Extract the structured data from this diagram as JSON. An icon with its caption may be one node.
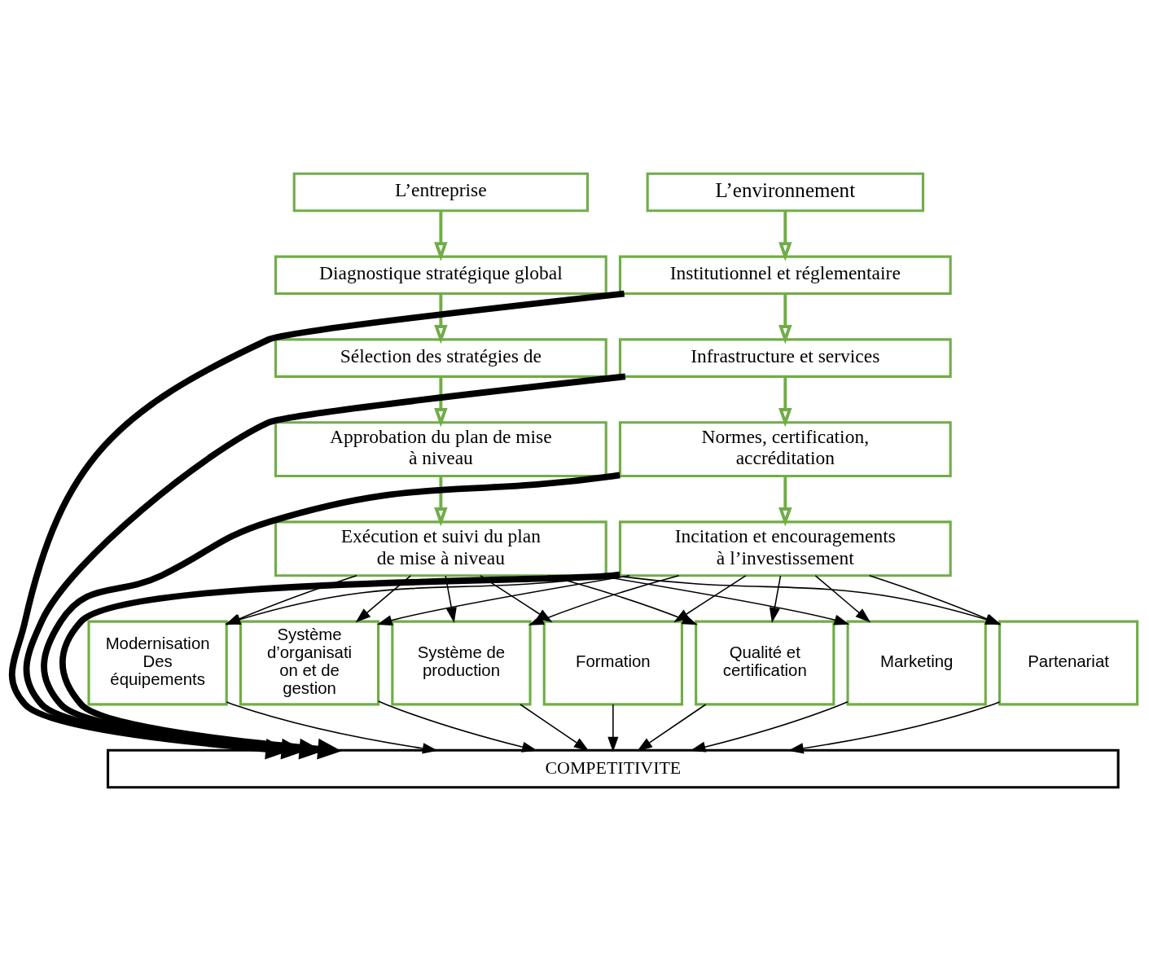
{
  "diagram": {
    "nodes": [
      {
        "text": [
          "L’entreprise"
        ]
      },
      {
        "text": [
          "Diagnostique stratégique global"
        ]
      },
      {
        "text": [
          "Sélection des stratégies de"
        ]
      },
      {
        "text": [
          "Approbation du plan de mise à niveau"
        ]
      },
      {
        "text": [
          "Exécution et suivi du plan de mise à niveau"
        ]
      },
      {
        "text": [
          "L’environnement"
        ]
      },
      {
        "text": [
          "Institutionnel et réglementaire"
        ]
      },
      {
        "text": [
          "Infrastructure et services"
        ]
      },
      {
        "text": [
          "Normes, certification, accréditation"
        ]
      },
      {
        "text": [
          "Incitation et encouragements à l’investissement"
        ]
      },
      {
        "text": [
          "Modernisation Des équipements"
        ]
      },
      {
        "text": [
          "Système d’organisati on et de gestion"
        ]
      },
      {
        "text": [
          "Système de production"
        ]
      },
      {
        "text": [
          "Formation"
        ]
      },
      {
        "text": [
          "Qualité et certification"
        ]
      },
      {
        "text": [
          "Marketing"
        ]
      },
      {
        "text": [
          "Partenariat"
        ]
      },
      {
        "text": [
          "COMPETITIVITE"
        ]
      }
    ],
    "edges": [
      {
        "from": 0,
        "to": 1,
        "arrow": "to",
        "style": "thick",
        "color": "#70ad47"
      },
      {
        "from": 1,
        "to": 2,
        "arrow": "to",
        "style": "thick",
        "color": "#70ad47"
      },
      {
        "from": 2,
        "to": 3,
        "arrow": "to",
        "style": "thick",
        "color": "#70ad47"
      },
      {
        "from": 3,
        "to": 4,
        "arrow": "to",
        "style": "thick",
        "color": "#70ad47"
      },
      {
        "from": 5,
        "to": 6,
        "arrow": "to",
        "style": "thick",
        "color": "#70ad47"
      },
      {
        "from": 6,
        "to": 7,
        "arrow": "to",
        "style": "thick",
        "color": "#70ad47"
      },
      {
        "from": 7,
        "to": 8,
        "arrow": "to",
        "style": "thick",
        "color": "#70ad47"
      },
      {
        "from": 8,
        "to": 9,
        "arrow": "to",
        "style": "thick",
        "color": "#70ad47"
      },
      {
        "from": 4,
        "to": 10,
        "arrow": "to"
      },
      {
        "from": 4,
        "to": 11,
        "arrow": "to"
      },
      {
        "from": 4,
        "to": 12,
        "arrow": "to"
      },
      {
        "from": 4,
        "to": 13,
        "arrow": "to"
      },
      {
        "from": 4,
        "to": 14,
        "arrow": "to"
      },
      {
        "from": 4,
        "to": 15,
        "arrow": "to"
      },
      {
        "from": 4,
        "to": 16,
        "arrow": "to"
      },
      {
        "from": 9,
        "to": 10,
        "arrow": "to"
      },
      {
        "from": 9,
        "to": 11,
        "arrow": "to"
      },
      {
        "from": 9,
        "to": 12,
        "arrow": "to"
      },
      {
        "from": 9,
        "to": 13,
        "arrow": "to"
      },
      {
        "from": 9,
        "to": 14,
        "arrow": "to"
      },
      {
        "from": 9,
        "to": 15,
        "arrow": "to"
      },
      {
        "from": 9,
        "to": 16,
        "arrow": "to"
      },
      {
        "from": 10,
        "to": 17,
        "arrow": "to"
      },
      {
        "from": 11,
        "to": 17,
        "arrow": "to"
      },
      {
        "from": 12,
        "to": 17,
        "arrow": "to"
      },
      {
        "from": 13,
        "to": 17,
        "arrow": "to"
      },
      {
        "from": 14,
        "to": 17,
        "arrow": "to"
      },
      {
        "from": 15,
        "to": 17,
        "arrow": "to"
      },
      {
        "from": 16,
        "to": 17,
        "arrow": "to"
      },
      {
        "from": 6,
        "to": 17,
        "arrow": "to",
        "style": "thick"
      },
      {
        "from": 7,
        "to": 17,
        "arrow": "to",
        "style": "thick"
      },
      {
        "from": 8,
        "to": 17,
        "arrow": "to",
        "style": "thick"
      },
      {
        "from": 9,
        "to": 17,
        "arrow": "to",
        "style": "thick"
      }
    ]
  }
}
